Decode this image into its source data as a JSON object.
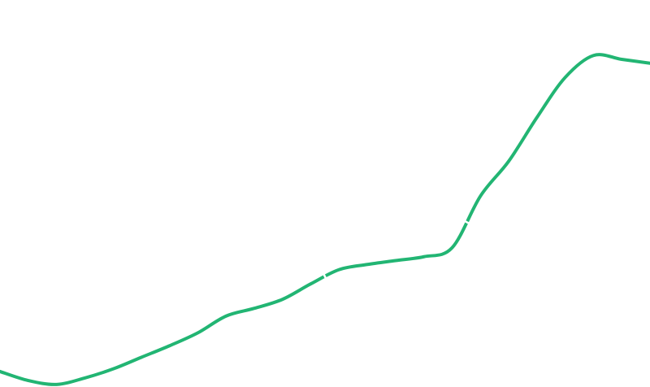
{
  "chart_data": {
    "type": "line",
    "x": [
      0,
      1,
      2,
      3,
      4,
      5,
      6,
      7,
      8,
      9,
      10,
      11,
      12,
      13,
      14,
      15,
      16,
      17,
      18,
      19,
      20,
      21,
      22,
      23
    ],
    "values": [
      12,
      5,
      2,
      7,
      14,
      23,
      32,
      42,
      55,
      61,
      68,
      80,
      91,
      95,
      98,
      101,
      108,
      148,
      175,
      209,
      240,
      257,
      254,
      251
    ],
    "ylim": [
      0,
      300
    ],
    "grid": false,
    "legend": "none",
    "gaps_after_index": [
      11,
      16
    ],
    "colors": {
      "line": "#22b573",
      "background": "#ffffff",
      "gap": "#ffffff"
    }
  }
}
